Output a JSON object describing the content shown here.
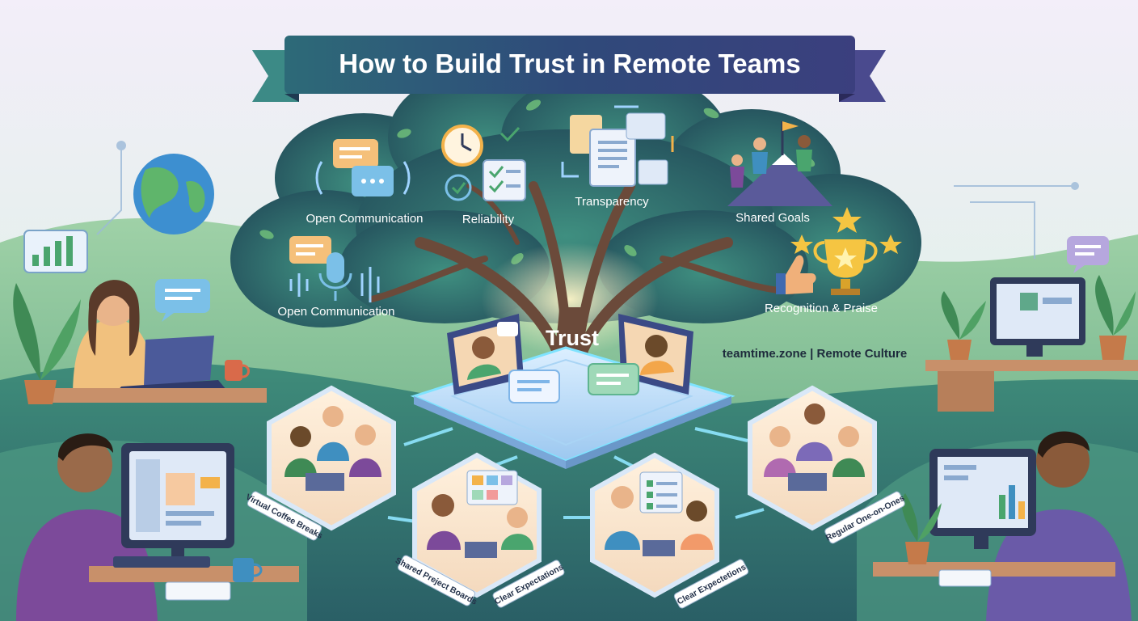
{
  "title": "How to Build Trust in Remote Teams",
  "center_label": "Trust",
  "brand_line": "teamtime.zone | Remote Culture",
  "canopy_items": [
    {
      "label": "Open Communication",
      "icon": "chat-bubbles-icon"
    },
    {
      "label": "Reliability",
      "icon": "clock-checklist-icon"
    },
    {
      "label": "Transparency",
      "icon": "documents-icon"
    },
    {
      "label": "Shared Goals",
      "icon": "mountain-flag-icon"
    },
    {
      "label": "Open Communication",
      "icon": "microphone-icon"
    },
    {
      "label": "Recognition & Praise",
      "icon": "trophy-icon"
    }
  ],
  "practices": [
    {
      "label": "Virtual Coffee Breaks"
    },
    {
      "label": "Shared Preject Boards"
    },
    {
      "label": "Clear Expectations"
    },
    {
      "label": "Clear Expectetions"
    },
    {
      "label": "Regular One-on-Ones"
    }
  ],
  "colors": {
    "banner": "#2f4a7a",
    "canopy": "#2e6a6a",
    "trunk": "#6b4a3a",
    "glow": "#7fe3ff",
    "star": "#f5c542"
  }
}
